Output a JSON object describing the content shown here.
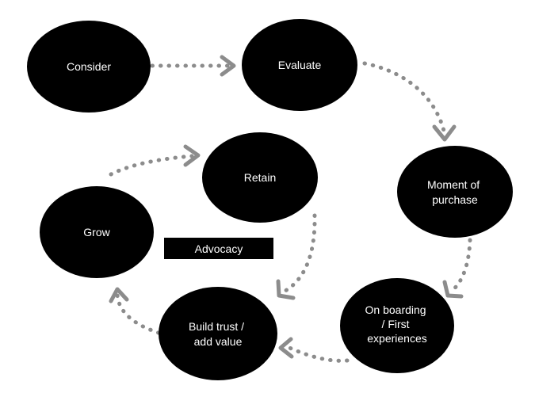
{
  "nodes": {
    "consider": {
      "lines": [
        "Consider"
      ]
    },
    "evaluate": {
      "lines": [
        "Evaluate"
      ]
    },
    "purchase": {
      "lines": [
        "Moment of",
        "purchase"
      ]
    },
    "onboarding": {
      "lines": [
        "On boarding",
        "/ First",
        "experiences"
      ]
    },
    "build": {
      "lines": [
        "Build trust /",
        "add value"
      ]
    },
    "grow": {
      "lines": [
        "Grow"
      ]
    },
    "retain": {
      "lines": [
        "Retain"
      ]
    }
  },
  "advocacy": {
    "label": "Advocacy"
  },
  "colors": {
    "node": "#000000",
    "text": "#ffffff",
    "connector": "#8c8c8c"
  }
}
